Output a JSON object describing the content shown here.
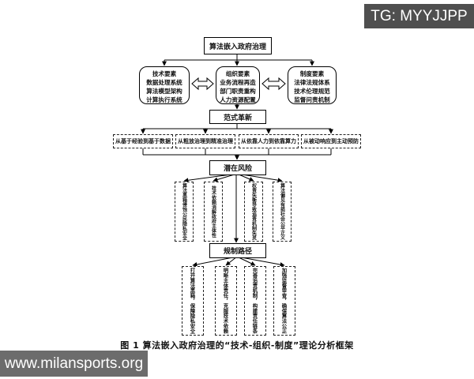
{
  "watermarks": {
    "top_right": "TG: MYYJJPP",
    "bottom_left": "www.milansports.org",
    "top_right_bg": "#4f4f4f",
    "bottom_left_bg": "#6c6c6c"
  },
  "diagram": {
    "root": "算法嵌入政府治理",
    "elements": [
      {
        "title": "技术要素",
        "lines": [
          "数据处理系统",
          "算法模型架构",
          "计算执行系统"
        ]
      },
      {
        "title": "组织要素",
        "lines": [
          "业务流程再造",
          "部门职责重构",
          "人力资源配置"
        ]
      },
      {
        "title": "制度要素",
        "lines": [
          "法律法规体系",
          "技术伦理规范",
          "监督问责机制"
        ]
      }
    ],
    "paradigm": {
      "title": "范式革新",
      "items": [
        "从基于经验到基于数据",
        "从粗放治理到精准治理",
        "从依靠人力到依靠算力",
        "从被动响应到主动预防"
      ]
    },
    "risks": {
      "title": "潜在风险",
      "items": [
        "算法黑箱侵蚀公民隐私安全",
        "技术依赖消解政府主体性",
        "权责失衡导致追责机制失灵",
        "算法偏见有损社会公平正义"
      ]
    },
    "paths": {
      "title": "规制路径",
      "items": [
        "打开算法黑箱，保障隐私安全",
        "明晰主体责任，克服技术依赖",
        "完善追责机制，构建责任链条",
        "加强监督审查，确保算法公正"
      ]
    },
    "caption": "图 1  算法嵌入政府治理的“技术-组织-制度”理论分析框架"
  }
}
